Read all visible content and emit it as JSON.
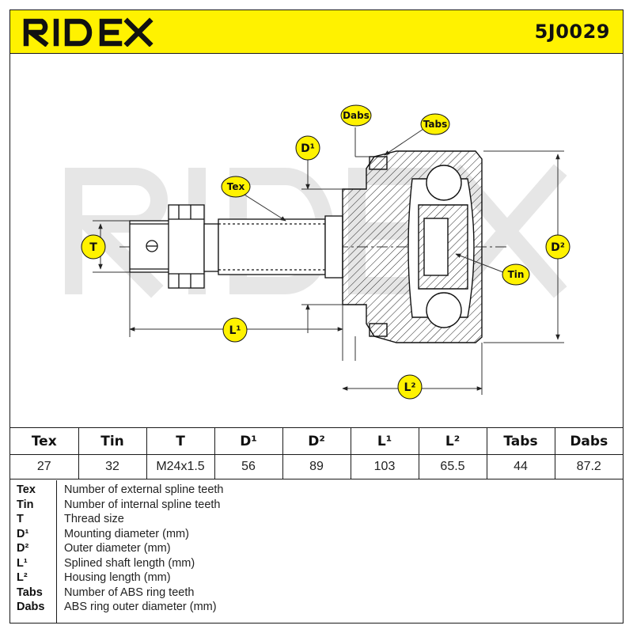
{
  "header": {
    "brand": "RIDEX",
    "part_number": "5J0029",
    "brand_color": "#111111",
    "background_color": "#fff200"
  },
  "diagram": {
    "watermark": "RIDEX",
    "labels": {
      "tex": "Tex",
      "tin": "Tin",
      "t": "T",
      "d1": "D¹",
      "d2": "D²",
      "l1": "L¹",
      "l2": "L²",
      "tabs": "Tabs",
      "dabs": "Dabs"
    }
  },
  "table": {
    "headers": [
      "Tex",
      "Tin",
      "T",
      "D¹",
      "D²",
      "L¹",
      "L²",
      "Tabs",
      "Dabs"
    ],
    "values": [
      "27",
      "32",
      "M24x1.5",
      "56",
      "89",
      "103",
      "65.5",
      "44",
      "87.2"
    ]
  },
  "legend": [
    {
      "key": "Tex",
      "desc": "Number of external spline teeth"
    },
    {
      "key": "Tin",
      "desc": "Number of internal spline teeth"
    },
    {
      "key": "T",
      "desc": "Thread size"
    },
    {
      "key": "D¹",
      "desc": "Mounting diameter (mm)"
    },
    {
      "key": "D²",
      "desc": "Outer diameter (mm)"
    },
    {
      "key": "L¹",
      "desc": "Splined shaft length (mm)"
    },
    {
      "key": "L²",
      "desc": "Housing length (mm)"
    },
    {
      "key": "Tabs",
      "desc": "Number of ABS ring teeth"
    },
    {
      "key": "Dabs",
      "desc": "ABS ring outer diameter (mm)"
    }
  ]
}
